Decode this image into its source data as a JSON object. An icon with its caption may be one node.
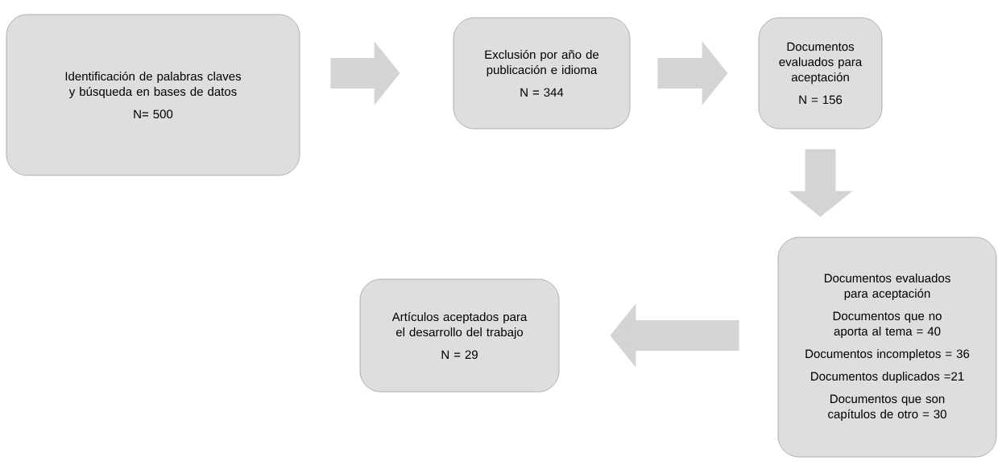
{
  "diagram": {
    "nodes": [
      {
        "text": [
          "Identificación de palabras claves y búsqueda en bases de datos",
          "N= 500"
        ]
      },
      {
        "text": [
          "Exclusión por año de publicación e idioma",
          "N = 344"
        ]
      },
      {
        "text": [
          "Documentos evaluados para aceptación",
          "N = 156"
        ]
      },
      {
        "text": [
          "Documentos evaluados para aceptación",
          "Documentos que no aporta al tema = 40",
          "Documentos incompletos = 36",
          "Documentos duplicados =21",
          "Documentos que son capítulos de otro = 30"
        ]
      },
      {
        "text": [
          "Artículos aceptados para el desarrollo del trabajo",
          "N = 29"
        ]
      }
    ],
    "edges": [
      {
        "from": 0,
        "to": 1,
        "arrow": "to"
      },
      {
        "from": 1,
        "to": 2,
        "arrow": "to"
      },
      {
        "from": 2,
        "to": 3,
        "arrow": "to"
      },
      {
        "from": 3,
        "to": 4,
        "arrow": "to"
      }
    ]
  }
}
